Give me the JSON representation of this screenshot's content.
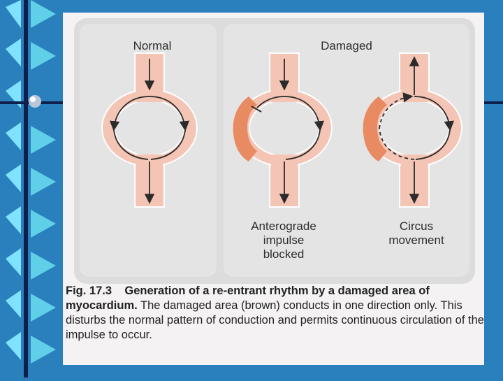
{
  "labels": {
    "normal": "Normal",
    "damaged": "Damaged",
    "anterograde_line1": "Anterograde",
    "anterograde_line2": "impulse",
    "anterograde_line3": "blocked",
    "circus_line1": "Circus",
    "circus_line2": "movement"
  },
  "caption": {
    "fig_number": "Fig. 17.3",
    "title": "Generation of a re-entrant rhythm by a damaged area of myocardium.",
    "body": " The damaged area (brown) conducts in one direction only. This disturbs the normal pattern of conduction and permits continuous circulation of the impulse to occur."
  },
  "colors": {
    "background_blue": "#2a7fbd",
    "tissue_pink": "#f4c4b4",
    "tissue_outline": "#ffffff",
    "damaged_brown": "#e88a62",
    "arrow_dark": "#2b2b2b"
  },
  "icons": {
    "decor_triangles": "triangle-pattern",
    "decor_orb": "orb-icon"
  }
}
